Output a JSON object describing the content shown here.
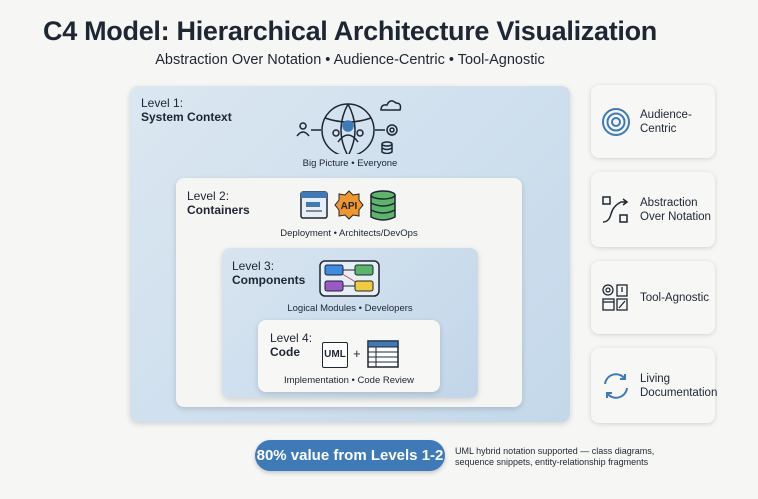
{
  "title": "C4 Model: Hierarchical Architecture Visualization",
  "subtitle": "Abstraction Over Notation • Audience-Centric • Tool-Agnostic",
  "levels": [
    {
      "label": "Level 1:",
      "name": "System Context",
      "caption": "Big Picture • Everyone"
    },
    {
      "label": "Level 2:",
      "name": "Containers",
      "caption": "Deployment • Architects/DevOps",
      "api_text": "API"
    },
    {
      "label": "Level 3:",
      "name": "Components",
      "caption": "Logical Modules • Developers"
    },
    {
      "label": "Level 4:",
      "name": "Code",
      "caption": "Implementation • Code Review",
      "uml_text": "UML",
      "plus": "+"
    }
  ],
  "principles": [
    {
      "label": "Audience-Centric",
      "icon": "target-icon"
    },
    {
      "label": "Abstraction Over Notation",
      "icon": "flow-icon"
    },
    {
      "label": "Tool-Agnostic",
      "icon": "tools-icon"
    },
    {
      "label": "Living Documentation",
      "icon": "refresh-icon"
    }
  ],
  "highlight": "80% value from Levels 1-2",
  "note": "UML hybrid notation supported — class diagrams, sequence snippets, entity-relationship fragments",
  "colors": {
    "accent": "#3f7ab8",
    "dark": "#1d2633"
  }
}
